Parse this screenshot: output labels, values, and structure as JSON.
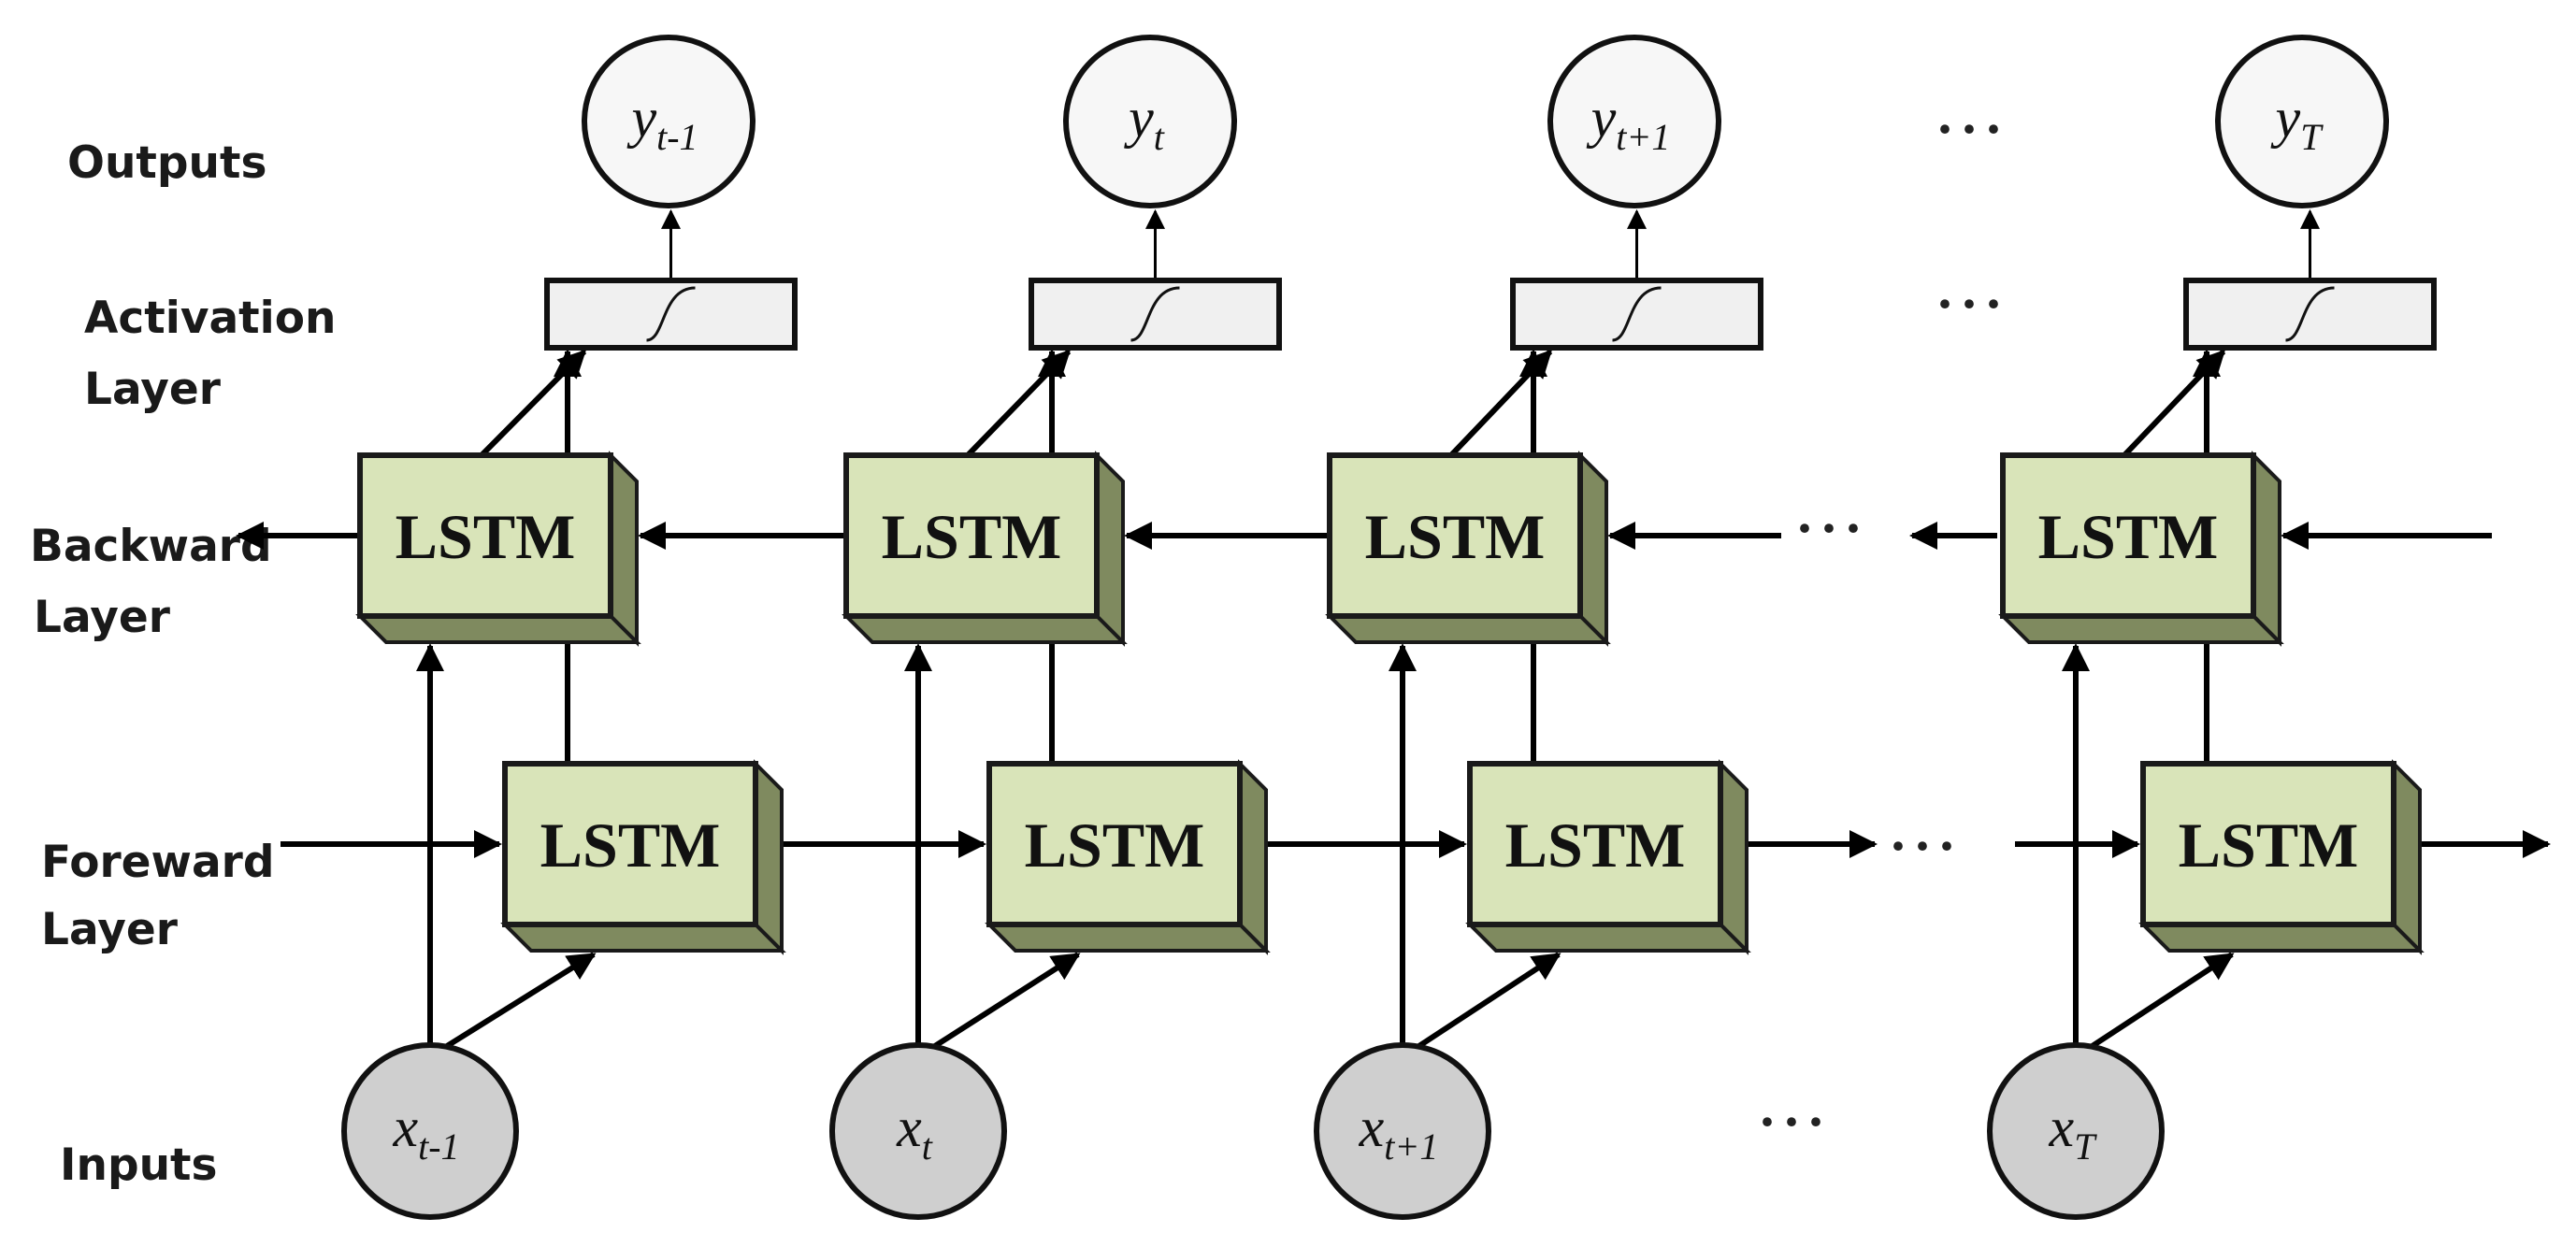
{
  "row_labels": {
    "outputs": "Outputs",
    "activation_line1": "Activation",
    "activation_line2": "Layer",
    "backward_line1": "Backward",
    "backward_line2": "Layer",
    "forward_line1": "Foreward",
    "forward_line2": "Layer",
    "inputs": "Inputs"
  },
  "lstm_label": "LSTM",
  "ellipsis": "···",
  "outputs": [
    {
      "base": "y",
      "sub": "t-1"
    },
    {
      "base": "y",
      "sub": "t"
    },
    {
      "base": "y",
      "sub": "t+1"
    },
    {
      "base": "y",
      "sub": "T"
    }
  ],
  "inputs": [
    {
      "base": "x",
      "sub": "t-1"
    },
    {
      "base": "x",
      "sub": "t"
    },
    {
      "base": "x",
      "sub": "t+1"
    },
    {
      "base": "x",
      "sub": "T"
    }
  ],
  "colors": {
    "lstm_face": "#d9e4b9",
    "lstm_side": "#7f8a5f",
    "lstm_border": "#1a1a1a",
    "input_fill": "#cfcfcf",
    "output_fill": "#f7f7f7",
    "activation_fill": "#f0f0f0"
  }
}
